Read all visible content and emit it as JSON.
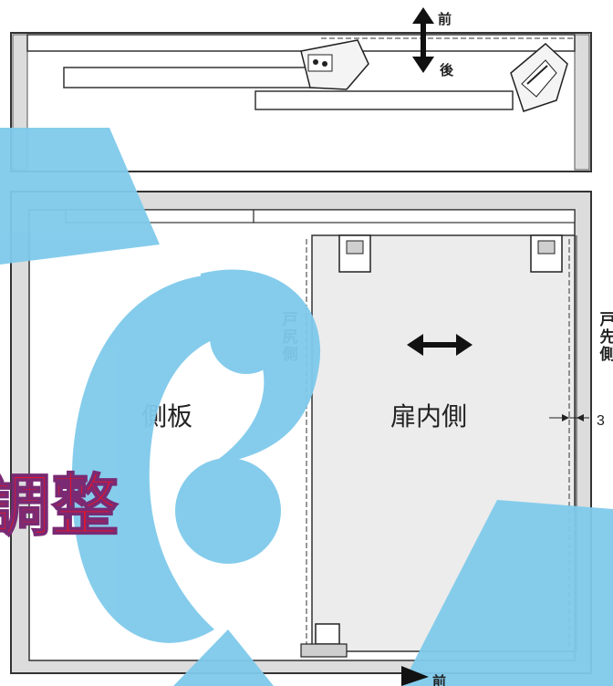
{
  "top_view": {
    "arrow_front": "前",
    "arrow_back": "後"
  },
  "front_view": {
    "side_panel_label": "側板",
    "door_inner_label": "扉内側",
    "door_tail_side_label": "戸尻側",
    "door_tip_side_label": "戸先側",
    "gap_partial_label": "3"
  },
  "overlay": {
    "adjust_text": "調整",
    "bottom_arrow_partial": "前",
    "colors": {
      "watermark": "#7fcaeb",
      "adjust_fill": "#e8142a",
      "adjust_stroke": "#7a2a73",
      "line": "#222222",
      "door_fill": "#ececec",
      "frame_fill": "#dcdcdc"
    }
  }
}
